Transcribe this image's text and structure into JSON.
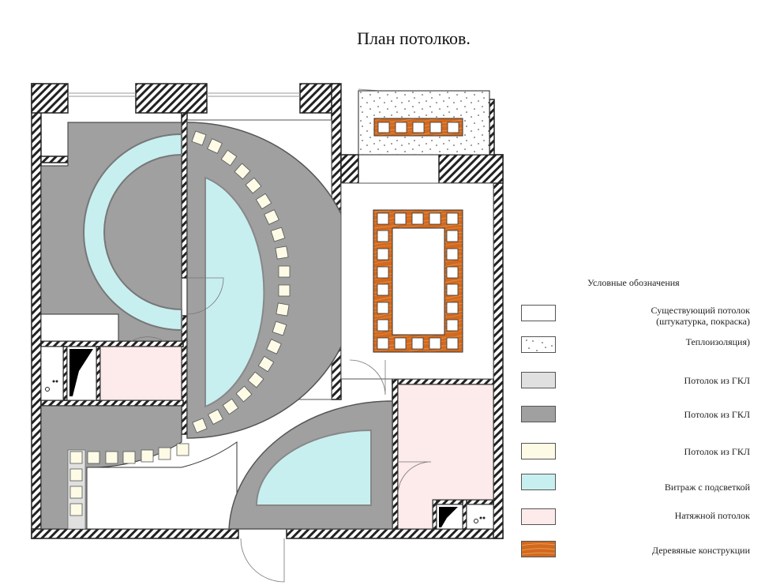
{
  "title": "План потолков.",
  "legend": {
    "title": "Условные обозначения",
    "items": [
      {
        "label": "Существующий потолок",
        "label2": "(штукатурка, покраска)",
        "color": "#ffffff",
        "pattern": "plain"
      },
      {
        "label": "Теплоизоляция)",
        "color": "#ffffff",
        "pattern": "dots"
      },
      {
        "label": "Потолок из ГКЛ",
        "color": "#e0e0e0",
        "pattern": "plain"
      },
      {
        "label": "Потолок из ГКЛ",
        "color": "#a0a0a0",
        "pattern": "plain"
      },
      {
        "label": "Потолок из ГКЛ",
        "color": "#fdfbe6",
        "pattern": "plain"
      },
      {
        "label": "Витраж с подсветкой",
        "color": "#c8eff0",
        "pattern": "glass"
      },
      {
        "label": "Натяжной потолок",
        "color": "#fdeaea",
        "pattern": "plain"
      },
      {
        "label": "Деревяные конструкции",
        "color": "#d2691e",
        "pattern": "wood"
      }
    ]
  },
  "colors": {
    "wall_outline": "#222222",
    "gkl_dark": "#a0a0a0",
    "gkl_light": "#e0e0e0",
    "gkl_cream": "#fdfbe6",
    "glass": "#c8eff0",
    "stretch": "#fdeaea",
    "wood": "#d2691e"
  }
}
